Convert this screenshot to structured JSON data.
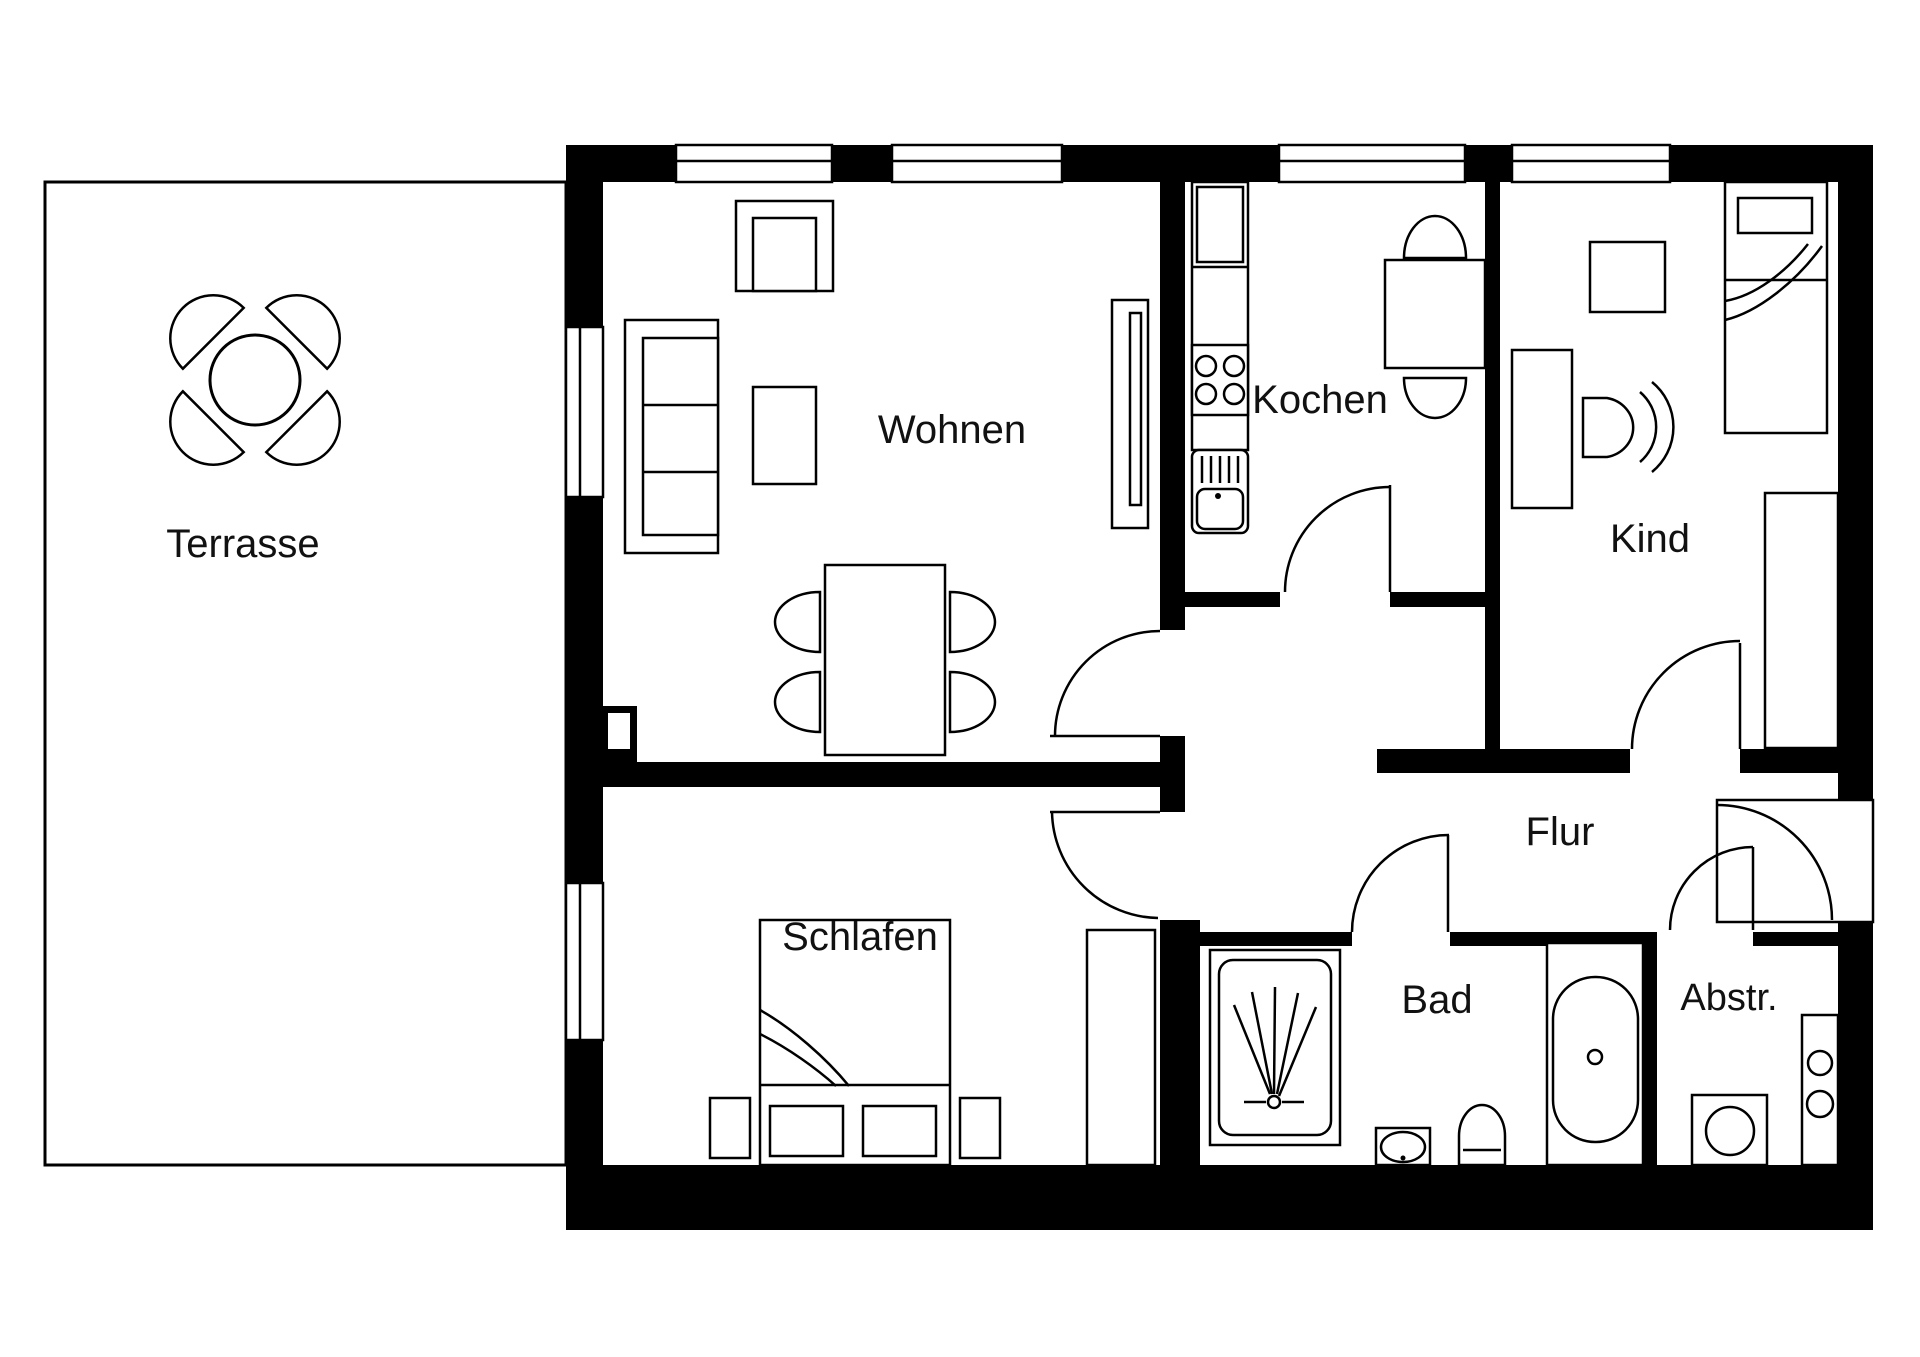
{
  "drawing_type": "apartment-floor-plan",
  "colors": {
    "background": "#ffffff",
    "walls": "#000000",
    "lines": "#000000",
    "text": "#111111"
  },
  "rooms": [
    {
      "id": "terrasse",
      "label": "Terrasse"
    },
    {
      "id": "wohnen",
      "label": "Wohnen"
    },
    {
      "id": "kochen",
      "label": "Kochen"
    },
    {
      "id": "kind",
      "label": "Kind"
    },
    {
      "id": "schlafen",
      "label": "Schlafen"
    },
    {
      "id": "flur",
      "label": "Flur"
    },
    {
      "id": "bad",
      "label": "Bad"
    },
    {
      "id": "abstellraum",
      "label": "Abstr."
    }
  ],
  "furniture_icons": [
    "terrace-table-icon",
    "terrace-chair-icon",
    "tv-cabinet-icon",
    "sofa-icon",
    "coffee-table-icon",
    "sideboard-icon",
    "dining-table-icon",
    "dining-chair-icon",
    "kitchen-counter-icon",
    "stove-icon",
    "kitchen-sink-icon",
    "kitchen-table-icon",
    "kitchen-chair-icon",
    "single-bed-icon",
    "nightstand-icon",
    "desk-icon",
    "desk-chair-icon",
    "wardrobe-icon",
    "double-bed-icon",
    "pillow-icon",
    "shower-icon",
    "washbasin-icon",
    "toilet-icon",
    "bathtub-icon",
    "washing-machine-icon",
    "boiler-cabinet-icon",
    "door-swing-icon",
    "window-icon",
    "closet-niche-icon"
  ],
  "counts": {
    "doors": 7,
    "top_windows": 4,
    "left_windows": 2
  }
}
